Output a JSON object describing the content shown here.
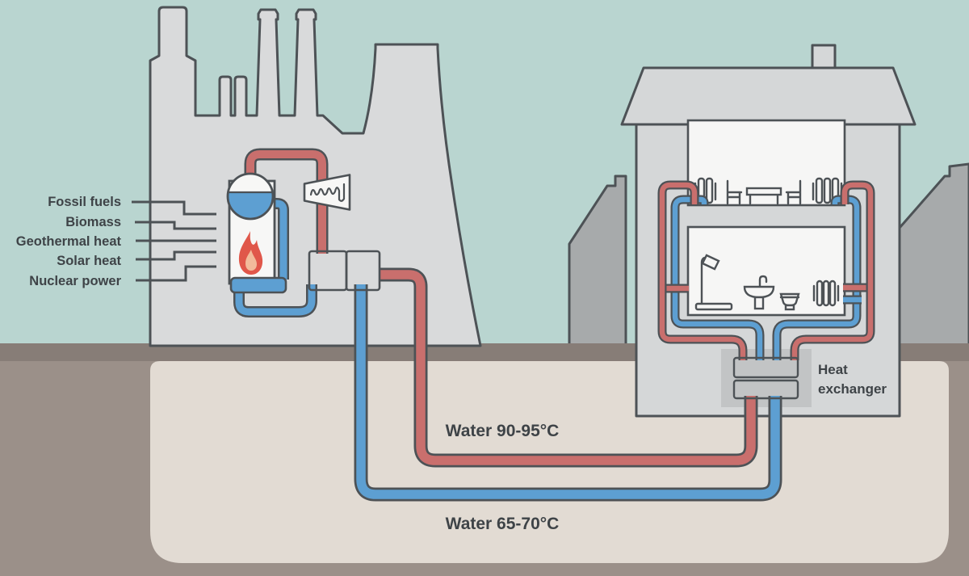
{
  "title": "District heating diagram",
  "labels": {
    "sources": [
      "Fossil fuels",
      "Biomass",
      "Geothermal heat",
      "Solar heat",
      "Nuclear power"
    ],
    "heat_exchanger_line1": "Heat",
    "heat_exchanger_line2": "exchanger",
    "supply_water": "Water 90-95°C",
    "return_water": "Water 65-70°C"
  },
  "colors": {
    "sky": "#b9d5d0",
    "groundBand": "#877d77",
    "ground": "#9b9089",
    "underground": "#e2dbd3",
    "building": "#d9dadb",
    "house": "#d5d7d8",
    "neighbor": "#a7aaab",
    "room": "#f6f6f5",
    "white": "#f7f7f6",
    "outline": "#4d5256",
    "pipeRed": "#c96f6d",
    "pipeBlue": "#5d9fd2",
    "flameOuter": "#e0574a",
    "flameInner": "#f2bb9b",
    "exchangerBox": "#c2c4c5",
    "text": "#3e4347"
  }
}
